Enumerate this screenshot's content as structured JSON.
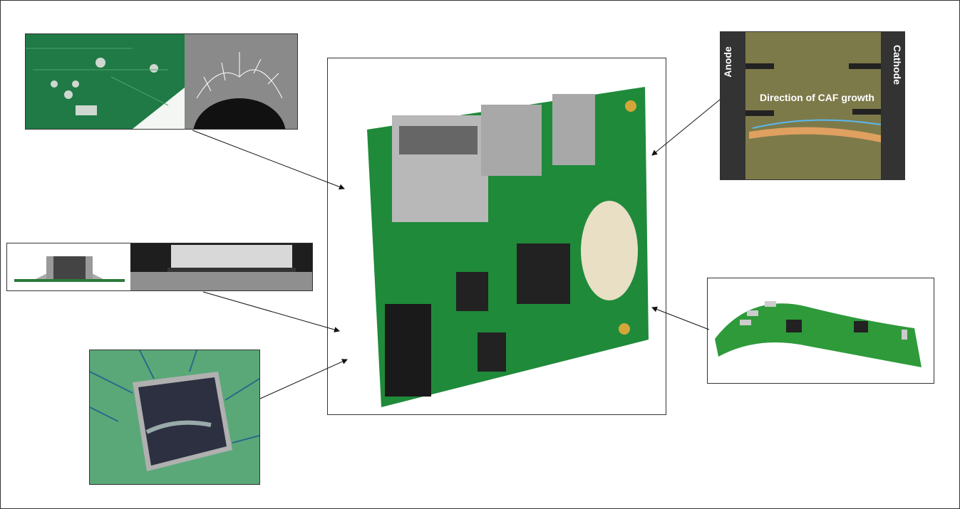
{
  "caf_panel": {
    "anode_label": "Anode",
    "cathode_label": "Cathode",
    "growth_label": "Direction of CAF growth"
  },
  "colors": {
    "pcb_green": "#1f8a3a",
    "caf_arrow": "#5ab8f0",
    "electrode": "#333333",
    "laminate": "#7d7a4a"
  }
}
